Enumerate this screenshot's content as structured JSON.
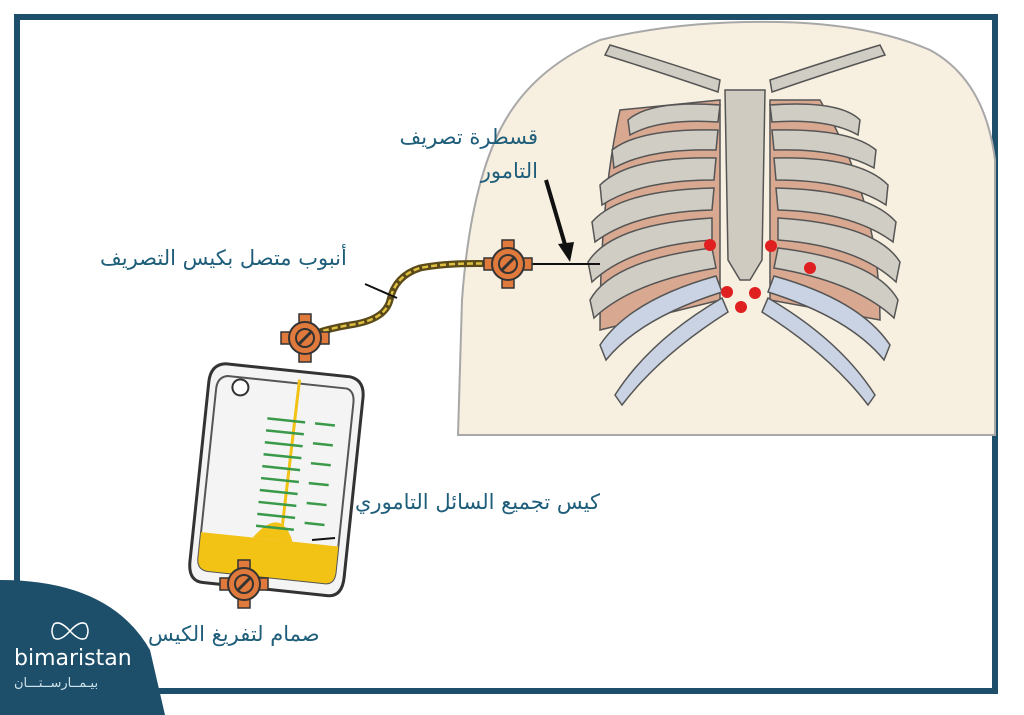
{
  "labels": {
    "catheter_line1": "قسطرة تصريف",
    "catheter_line2": "التامور",
    "tube": "أنبوب متصل بكيس التصريف",
    "bag": "كيس تجميع السائل التاموري",
    "valve": "صمام لتفريغ الكيس"
  },
  "brand": {
    "name": "bimaristan",
    "arabic": "بيـمــارســتـــان"
  },
  "colors": {
    "frame": "#1d4f6b",
    "label": "#1f5e7a",
    "valve": "#e07a3c",
    "fluid": "#f2c214",
    "scale": "#3a9a4a",
    "marker": "#e02020"
  }
}
